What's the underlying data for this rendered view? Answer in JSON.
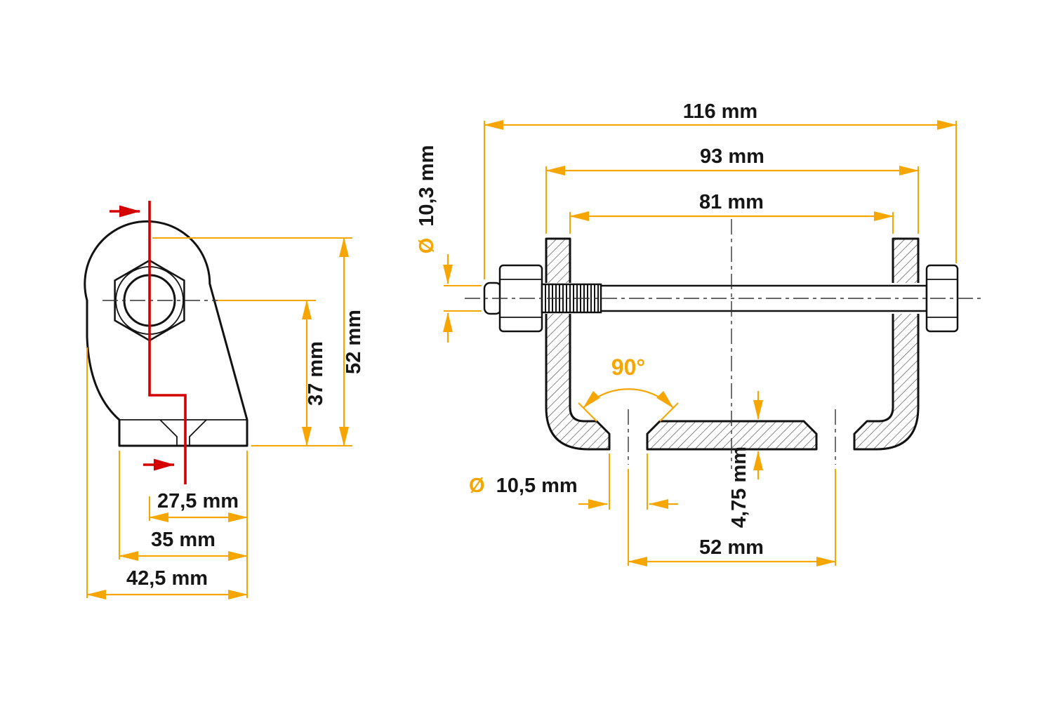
{
  "colors": {
    "dimension": "#F7A600",
    "section_line": "#D50000",
    "outline": "#121212"
  },
  "left_view": {
    "dim_height_hole_center": "37 mm",
    "dim_height_total": "52 mm",
    "dim_width_hole_center": "27,5 mm",
    "dim_width_base": "35 mm",
    "dim_width_total": "42,5 mm"
  },
  "right_view": {
    "dim_length_total": "116 mm",
    "dim_width_outer": "93 mm",
    "dim_width_inner": "81 mm",
    "dim_bolt_diameter": {
      "symbol": "Ø",
      "value": "10,3 mm"
    },
    "dim_countersink_angle": "90°",
    "dim_hole_diameter": {
      "symbol": "Ø",
      "value": "10,5 mm"
    },
    "dim_base_thickness": "4,75 mm",
    "dim_hole_spacing": "52 mm"
  }
}
